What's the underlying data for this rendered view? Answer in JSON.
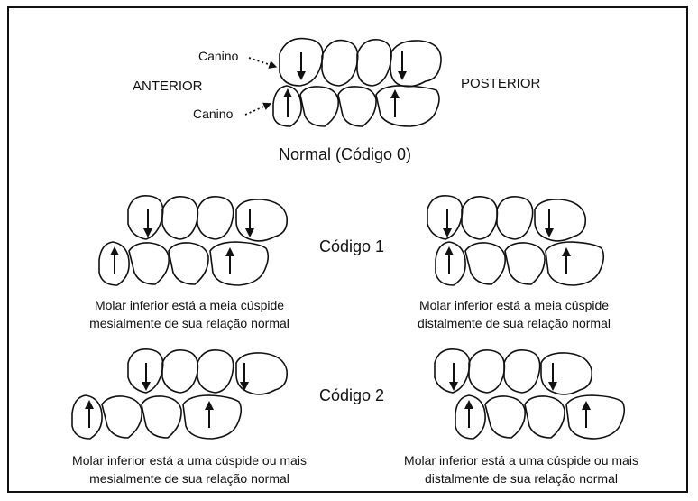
{
  "labels": {
    "canine_upper": "Canino",
    "canine_lower": "Canino",
    "anterior": "ANTERIOR",
    "posterior": "POSTERIOR",
    "normal_title": "Normal (Código 0)",
    "code1": "Código 1",
    "code2": "Código 2"
  },
  "captions": {
    "c1_left": {
      "line1": "Molar inferior está a meia cúspide",
      "line2": "mesialmente de sua relação normal"
    },
    "c1_right": {
      "line1": "Molar inferior está a meia cúspide",
      "line2": "distalmente de sua relação normal"
    },
    "c2_left": {
      "line1": "Molar inferior está a uma cúspide ou mais",
      "line2": "mesialmente de sua relação normal"
    },
    "c2_right": {
      "line1": "Molar inferior está a uma cúspide ou mais",
      "line2": "distalmente de sua relação normal"
    }
  },
  "colors": {
    "ink": "#111111",
    "background": "#ffffff"
  }
}
